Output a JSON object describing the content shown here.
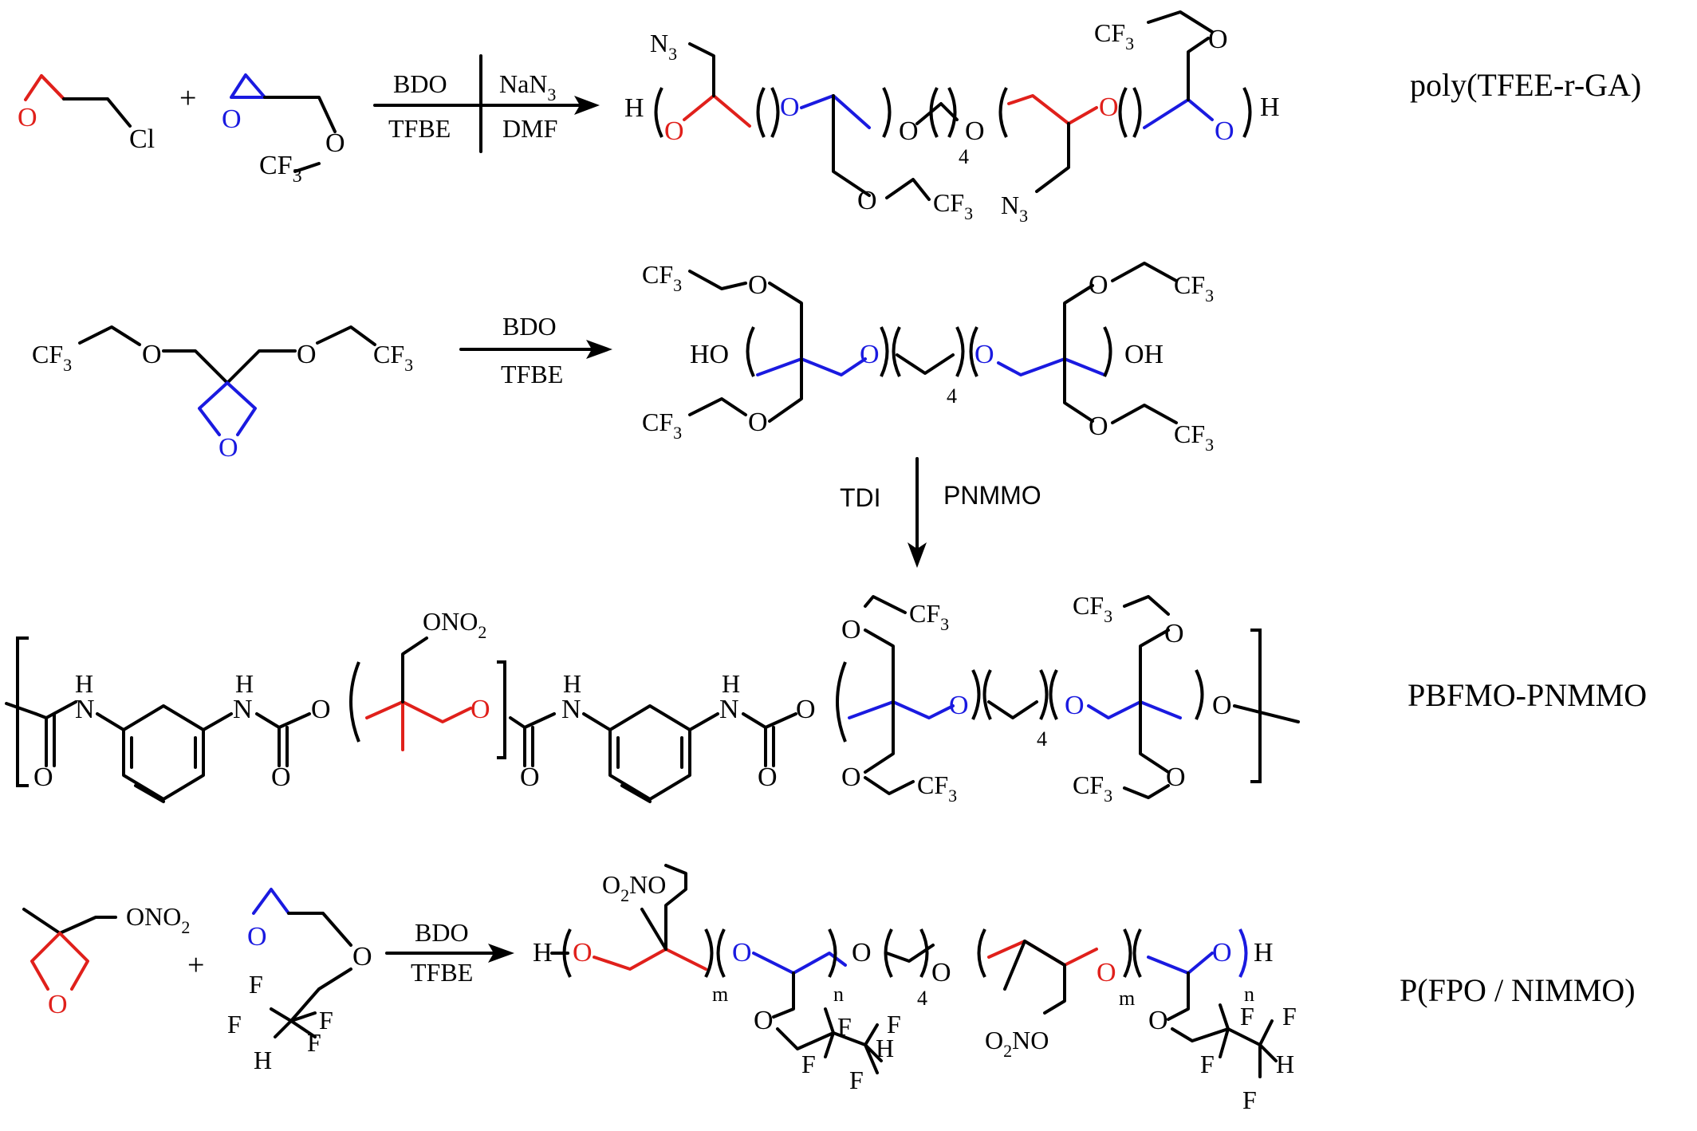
{
  "reactions": [
    {
      "id": "r1",
      "reagents_top": [
        "BDO",
        "NaN3"
      ],
      "reagents_bottom": [
        "TFBE",
        "DMF"
      ],
      "product_name": "poly(TFEE-r-GA)"
    },
    {
      "id": "r2",
      "reagents_top": [
        "BDO"
      ],
      "reagents_bottom": [
        "TFBE"
      ]
    },
    {
      "id": "r3",
      "reagents_left": "TDI",
      "reagents_right": "PNMMO",
      "product_name": "PBFMO-PNMMO"
    },
    {
      "id": "r4",
      "reagents_top": [
        "BDO"
      ],
      "reagents_bottom": [
        "TFBE"
      ],
      "product_name": "P(FPO / NIMMO)"
    }
  ],
  "atoms": {
    "O": "O",
    "Cl": "Cl",
    "H": "H",
    "HO": "HO",
    "OH": "OH",
    "N": "N",
    "F": "F",
    "CF": "CF",
    "N3_N": "N",
    "sub3": "3",
    "sub2": "2",
    "NO": "NO",
    "ONO": "ONO",
    "NO2_O": "O",
    "NO2_NO": "NO",
    "four": "4",
    "m": "m",
    "n": "n",
    "plus": "+"
  },
  "colors": {
    "red": "#e0201b",
    "blue": "#1a1ae0",
    "black": "#000000"
  }
}
